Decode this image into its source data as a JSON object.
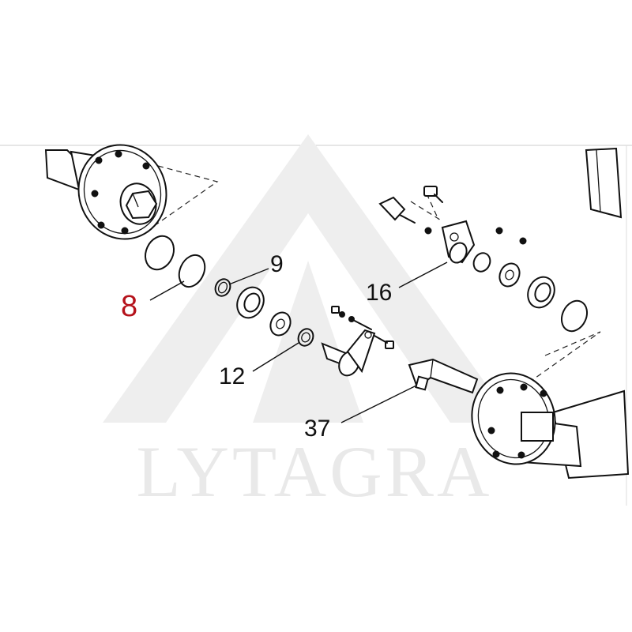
{
  "diagram": {
    "watermark": "LYTAGRA",
    "highlight_color": "#b5121b",
    "line_color": "#111111",
    "callouts": [
      {
        "id": "8",
        "label": "8",
        "highlighted": true
      },
      {
        "id": "9",
        "label": "9",
        "highlighted": false
      },
      {
        "id": "12",
        "label": "12",
        "highlighted": false
      },
      {
        "id": "16",
        "label": "16",
        "highlighted": false
      },
      {
        "id": "37",
        "label": "37",
        "highlighted": false
      }
    ]
  }
}
